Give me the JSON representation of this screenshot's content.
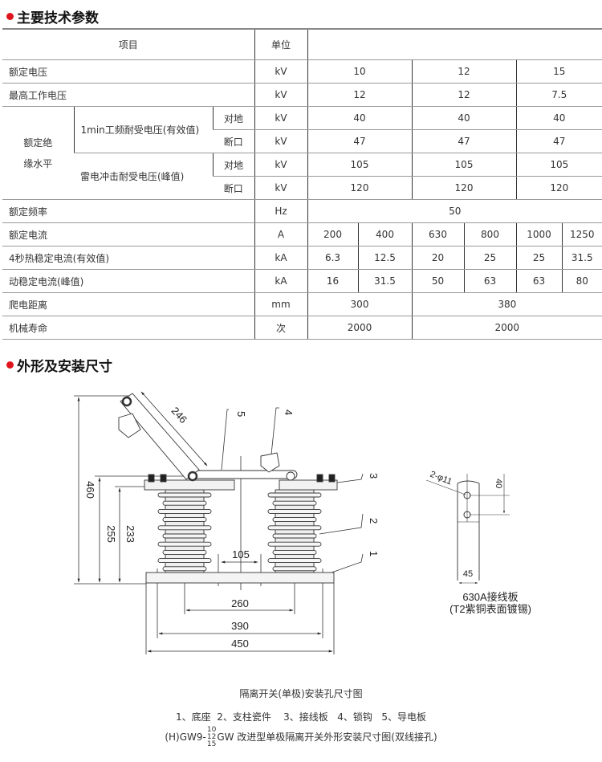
{
  "section1_title": "主要技术参数",
  "section2_title": "外形及安装尺寸",
  "table": {
    "header": {
      "item": "项目",
      "unit": "单位"
    },
    "rated_voltage": {
      "label": "额定电压",
      "unit": "kV",
      "values": [
        "10",
        "12",
        "15"
      ]
    },
    "max_voltage": {
      "label": "最高工作电压",
      "unit": "kV",
      "values": [
        "12",
        "12",
        "7.5"
      ]
    },
    "insulation": {
      "label_line1": "额定绝",
      "label_line2": "缘水平",
      "power_freq": {
        "label": "1min工频耐受电压(有效值)",
        "to_ground": {
          "label": "对地",
          "unit": "kV",
          "values": [
            "40",
            "40",
            "40"
          ]
        },
        "across": {
          "label": "断口",
          "unit": "kV",
          "values": [
            "47",
            "47",
            "47"
          ]
        }
      },
      "lightning": {
        "label": "雷电冲击耐受电压(峰值)",
        "to_ground": {
          "label": "对地",
          "unit": "kV",
          "values": [
            "105",
            "105",
            "105"
          ]
        },
        "across": {
          "label": "断口",
          "unit": "kV",
          "values": [
            "120",
            "120",
            "120"
          ]
        }
      }
    },
    "rated_freq": {
      "label": "额定频率",
      "unit": "Hz",
      "value": "50"
    },
    "rated_current": {
      "label": "额定电流",
      "unit": "A",
      "values": [
        "200",
        "400",
        "630",
        "800",
        "1000",
        "1250"
      ]
    },
    "thermal": {
      "label": "4秒热稳定电流(有效值)",
      "unit": "kA",
      "values": [
        "6.3",
        "12.5",
        "20",
        "25",
        "25",
        "31.5"
      ]
    },
    "dynamic": {
      "label": "动稳定电流(峰值)",
      "unit": "kA",
      "values": [
        "16",
        "31.5",
        "50",
        "63",
        "63",
        "80"
      ]
    },
    "creepage": {
      "label": "爬电距离",
      "unit": "mm",
      "values": [
        "300",
        "380"
      ]
    },
    "life": {
      "label": "机械寿命",
      "unit": "次",
      "values": [
        "2000",
        "2000"
      ]
    }
  },
  "drawing": {
    "dims": {
      "d460": "460",
      "d255": "255",
      "d233": "233",
      "d246": "246",
      "d105": "105",
      "d260": "260",
      "d390": "390",
      "d450": "450"
    },
    "callouts": [
      "1",
      "2",
      "3",
      "4",
      "5"
    ],
    "inset": {
      "holes": "2-φ11",
      "d40": "40",
      "d45": "45",
      "title": "630A接线板",
      "subtitle": "(T2紫铜表面镀锡)"
    }
  },
  "captions": {
    "figure_title": "隔离开关(单极)安装孔尺寸图",
    "legend": "1、底座  2、支柱瓷件    3、接线板   4、锁钩   5、导电板",
    "model_prefix": "(H)GW9-",
    "model_voltages": [
      "10",
      "12",
      "15"
    ],
    "model_suffix": "GW 改进型单极隔离开关外形安装尺寸图(双线接孔)"
  },
  "colors": {
    "accent": "#e0141e"
  }
}
